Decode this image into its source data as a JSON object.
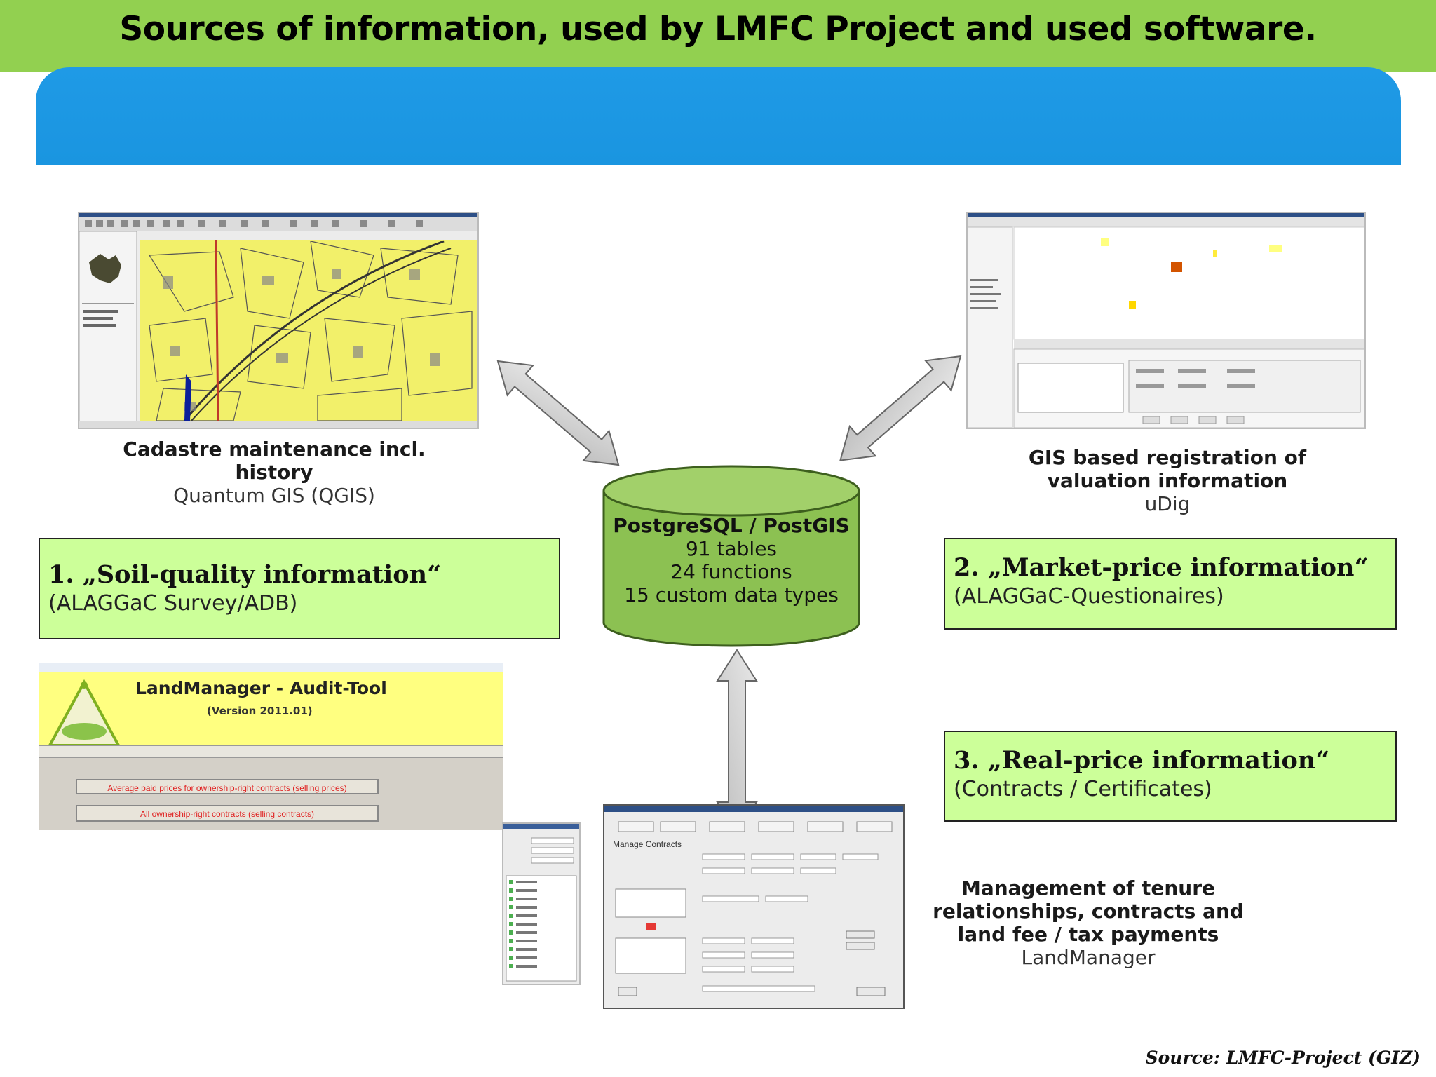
{
  "title": "Sources of information, used by LMFC Project and used software.",
  "database": {
    "name": "PostgreSQL / PostGIS",
    "tables": "91 tables",
    "functions": "24 functions",
    "types": "15 custom data types"
  },
  "qgis": {
    "line1": "Cadastre maintenance incl.",
    "line2": "history",
    "software": "Quantum GIS (QGIS)"
  },
  "udig": {
    "line1": "GIS based registration of",
    "line2": "valuation information",
    "software": "uDig"
  },
  "landmanager": {
    "line1": "Management of tenure",
    "line2": "relationships, contracts and",
    "line3": "land fee / tax payments",
    "software": "LandManager"
  },
  "boxes": [
    {
      "title": "1. „Soil-quality information“",
      "subtitle": "(ALAGGaC Survey/ADB)"
    },
    {
      "title": "2. „Market-price information“",
      "subtitle": "(ALAGGaC-Questionaires)"
    },
    {
      "title": "3. „Real-price information“",
      "subtitle": "(Contracts / Certificates)"
    }
  ],
  "audit_tool": {
    "app_title": "LandManager - Audit-Tool",
    "version": "(Version 2011.01)",
    "button1": "Average paid prices for ownership-right contracts (selling prices)",
    "button2": "All ownership-right contracts (selling contracts)"
  },
  "manage_contracts": {
    "heading": "Manage Contracts"
  },
  "source": "Source: LMFC-Project (GIZ)",
  "colors": {
    "title_bar": "#92d050",
    "blue_band": "#1a95e0",
    "info_box": "#ccff99",
    "database": "#8cc152"
  }
}
